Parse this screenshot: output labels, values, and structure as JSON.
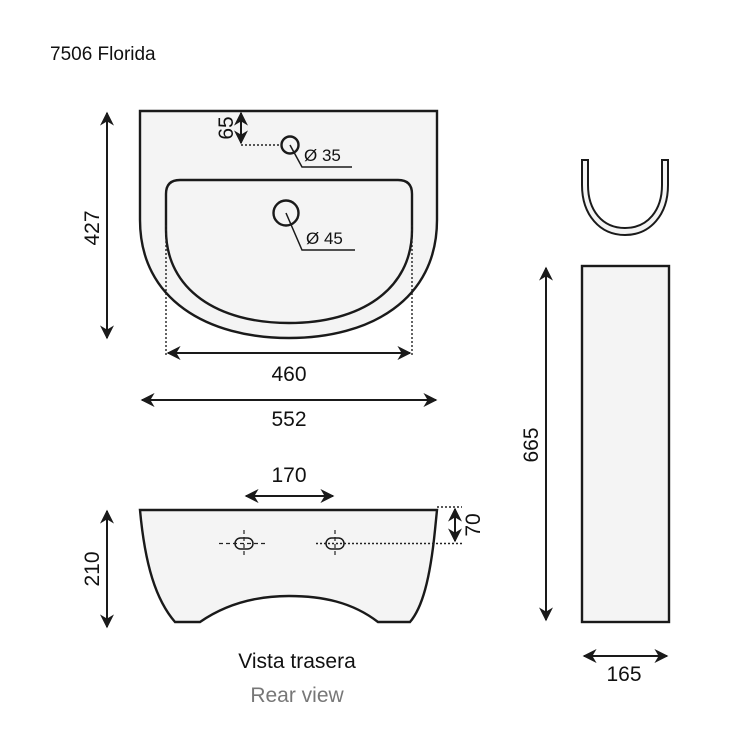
{
  "title": "7506 Florida",
  "top_view": {
    "dim_depth": "427",
    "dim_tap_offset": "65",
    "tap_hole": "Ø 35",
    "drain_hole": "Ø 45",
    "dim_bowl_width": "460",
    "dim_total_width": "552"
  },
  "rear_view": {
    "dim_fixing_spacing": "170",
    "dim_fixing_height": "70",
    "dim_height": "210",
    "caption_es": "Vista trasera",
    "caption_en": "Rear view"
  },
  "pedestal": {
    "dim_height": "665",
    "dim_width": "165"
  },
  "colors": {
    "stroke": "#1a1a1a",
    "fill": "#f4f4f4",
    "caption_en": "#777777"
  }
}
